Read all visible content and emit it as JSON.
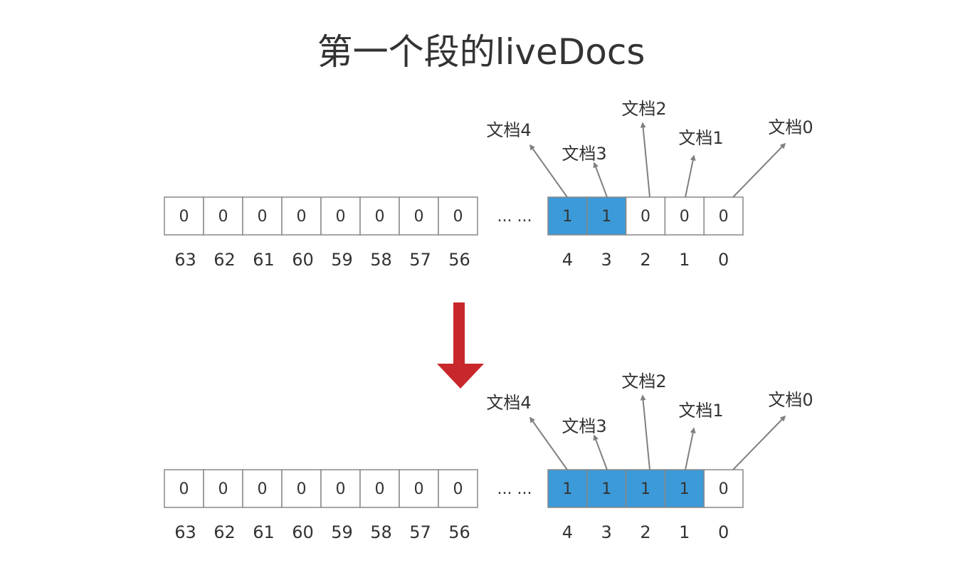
{
  "title": "第一个段的liveDocs",
  "ellipsis": "... ...",
  "colors": {
    "set_bit_fill": "#3d9ad8",
    "cell_border": "#888888",
    "arrow_red": "#c8282b",
    "pointer_gray": "#808080",
    "text": "#333333"
  },
  "rows": [
    {
      "id": "before",
      "high_bits": [
        {
          "index": "63",
          "value": "0"
        },
        {
          "index": "62",
          "value": "0"
        },
        {
          "index": "61",
          "value": "0"
        },
        {
          "index": "60",
          "value": "0"
        },
        {
          "index": "59",
          "value": "0"
        },
        {
          "index": "58",
          "value": "0"
        },
        {
          "index": "57",
          "value": "0"
        },
        {
          "index": "56",
          "value": "0"
        }
      ],
      "low_bits": [
        {
          "index": "4",
          "value": "1",
          "set": true
        },
        {
          "index": "3",
          "value": "1",
          "set": true
        },
        {
          "index": "2",
          "value": "0",
          "set": false
        },
        {
          "index": "1",
          "value": "0",
          "set": false
        },
        {
          "index": "0",
          "value": "0",
          "set": false
        }
      ],
      "doc_labels": [
        "文档4",
        "文档3",
        "文档2",
        "文档1",
        "文档0"
      ]
    },
    {
      "id": "after",
      "high_bits": [
        {
          "index": "63",
          "value": "0"
        },
        {
          "index": "62",
          "value": "0"
        },
        {
          "index": "61",
          "value": "0"
        },
        {
          "index": "60",
          "value": "0"
        },
        {
          "index": "59",
          "value": "0"
        },
        {
          "index": "58",
          "value": "0"
        },
        {
          "index": "57",
          "value": "0"
        },
        {
          "index": "56",
          "value": "0"
        }
      ],
      "low_bits": [
        {
          "index": "4",
          "value": "1",
          "set": true
        },
        {
          "index": "3",
          "value": "1",
          "set": true
        },
        {
          "index": "2",
          "value": "1",
          "set": true
        },
        {
          "index": "1",
          "value": "1",
          "set": true
        },
        {
          "index": "0",
          "value": "0",
          "set": false
        }
      ],
      "doc_labels": [
        "文档4",
        "文档3",
        "文档2",
        "文档1",
        "文档0"
      ]
    }
  ]
}
